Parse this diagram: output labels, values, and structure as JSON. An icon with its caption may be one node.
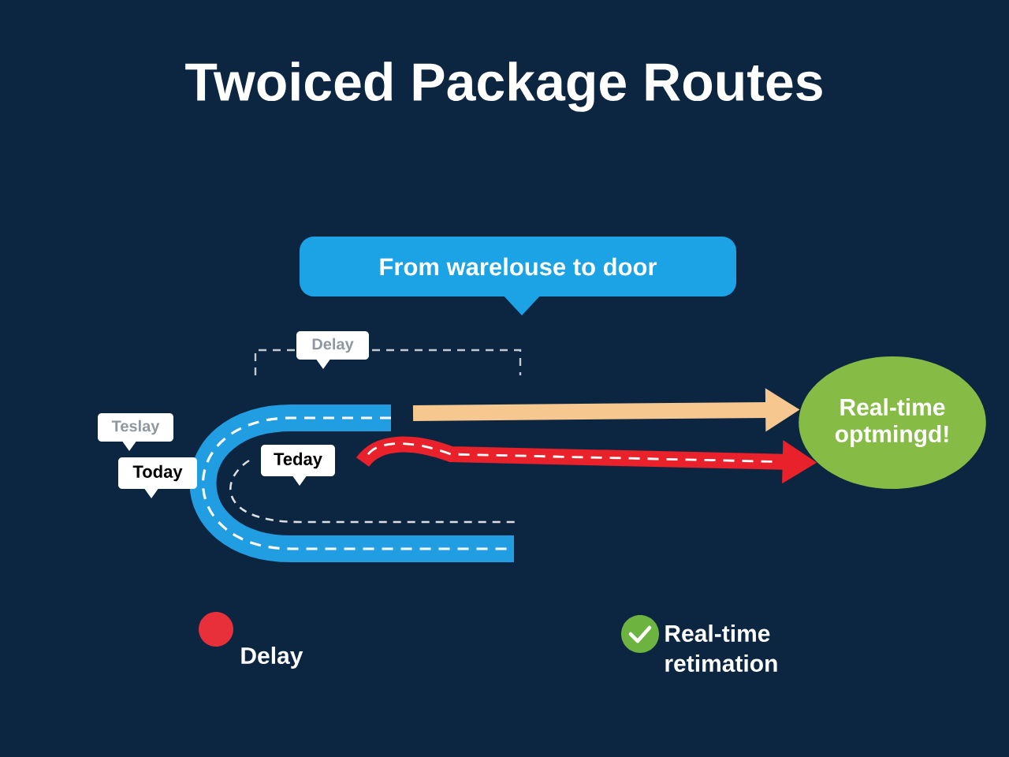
{
  "diagram": {
    "title": "Twoiced Package Routes",
    "nodes": [
      {
        "text": [
          "From warelouse to door"
        ]
      },
      {
        "text": [
          "Delay"
        ]
      },
      {
        "text": [
          "Teslay"
        ]
      },
      {
        "text": [
          "Today"
        ]
      },
      {
        "text": [
          "Teday"
        ]
      },
      {
        "text": [
          "Real-time optmingd!"
        ]
      }
    ],
    "edges": [
      {
        "from": null,
        "to": 5,
        "arrow": "to",
        "color": "#f6c88f"
      },
      {
        "from": null,
        "to": 5,
        "arrow": "to",
        "color": "#e8212b"
      }
    ],
    "legend": [
      {
        "text": "Delay",
        "color": "#e8303a"
      },
      {
        "text": "Real-time retimation"
      }
    ]
  }
}
